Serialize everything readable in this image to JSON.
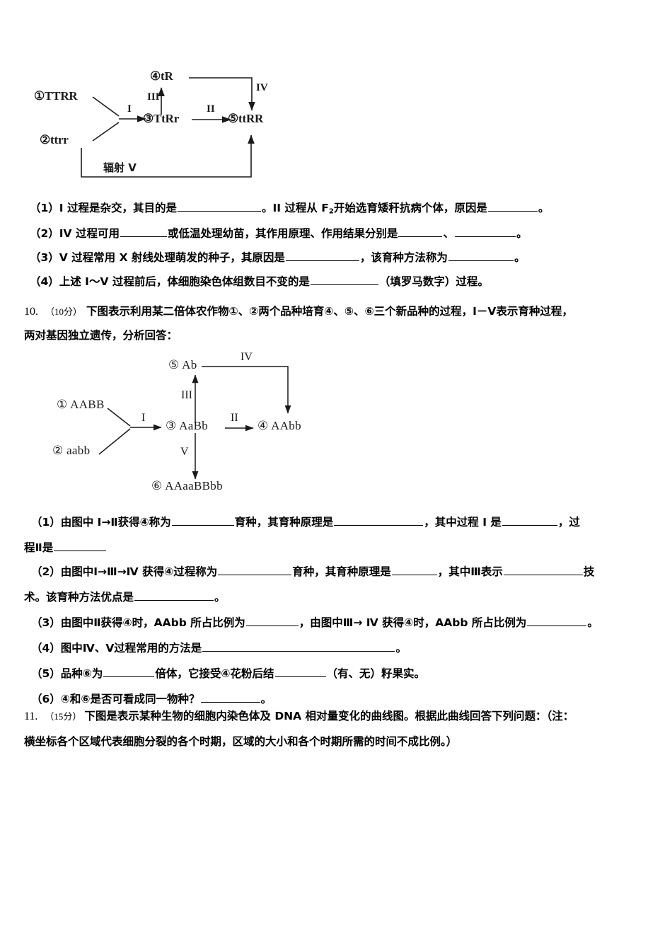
{
  "document": {
    "type": "exam-worksheet",
    "language": "zh-CN"
  },
  "diagram1": {
    "name": "breeding-diagram-TTRR",
    "nodes": [
      {
        "id": "n1",
        "label": "①TTRR"
      },
      {
        "id": "n2",
        "label": "②ttrr"
      },
      {
        "id": "n3",
        "label": "③TtRr"
      },
      {
        "id": "n4",
        "label": "④tR"
      },
      {
        "id": "n5",
        "label": "⑤ttRR"
      }
    ],
    "edges": [
      {
        "id": "e1",
        "label": "I"
      },
      {
        "id": "e2",
        "label": "II"
      },
      {
        "id": "e3",
        "label": "III"
      },
      {
        "id": "e4",
        "label": "IV"
      },
      {
        "id": "e5",
        "label": "辐射 V"
      }
    ]
  },
  "diagram2": {
    "name": "breeding-diagram-AABB",
    "nodes": [
      {
        "id": "m1",
        "label": "① AABB"
      },
      {
        "id": "m2",
        "label": "② aabb"
      },
      {
        "id": "m3",
        "label": "③ AaBb"
      },
      {
        "id": "m4",
        "label": "④ AAbb"
      },
      {
        "id": "m5",
        "label": "⑤ Ab"
      },
      {
        "id": "m6",
        "label": "⑥ AAaaBBbb"
      }
    ],
    "edges": [
      {
        "id": "f1",
        "label": "I"
      },
      {
        "id": "f2",
        "label": "II"
      },
      {
        "id": "f3",
        "label": "III"
      },
      {
        "id": "f4",
        "label": "IV"
      },
      {
        "id": "f5",
        "label": "V"
      }
    ]
  },
  "question9": {
    "parts": [
      {
        "id": "q9-1",
        "segments": [
          {
            "t": "（1）I 过程是杂交，其目的是"
          },
          {
            "blank": 118
          },
          {
            "t": "。II 过程从 F"
          },
          {
            "sub": "2"
          },
          {
            "t": "开始选育矮秆抗病个体，原因是"
          },
          {
            "blank": 70
          },
          {
            "t": "。"
          }
        ]
      },
      {
        "id": "q9-2",
        "segments": [
          {
            "t": "（2）IV 过程可用"
          },
          {
            "blank": 66
          },
          {
            "t": "或低温处理幼苗，其作用原理、作用结果分别是"
          },
          {
            "blank": 62
          },
          {
            "t": "、"
          },
          {
            "blank": 86
          },
          {
            "t": "。"
          }
        ]
      },
      {
        "id": "q9-3",
        "segments": [
          {
            "t": "（3）V 过程常用 X 射线处理萌发的种子，其原因是"
          },
          {
            "blank": 104
          },
          {
            "t": "，该育种方法称为"
          },
          {
            "blank": 92
          },
          {
            "t": "。"
          }
        ]
      },
      {
        "id": "q9-4",
        "segments": [
          {
            "t": "（4）上述 I～V 过程前后，体细胞染色体组数目不变的是"
          },
          {
            "blank": 96
          },
          {
            "t": "（填罗马数字）过程。"
          }
        ]
      }
    ]
  },
  "question10": {
    "number": "10.",
    "score": "（10分）",
    "stem_line1": "下图表示利用某二倍体农作物①、②两个品种培育④、⑤、⑥三个新品种的过程，Ⅰ－Ⅴ表示育种过程，",
    "stem_line2": "两对基因独立遗传，分析回答：",
    "parts": [
      {
        "id": "q10-1a",
        "segments": [
          {
            "t": "（1）由图中 Ⅰ→Ⅱ获得④称为"
          },
          {
            "blank": 88
          },
          {
            "t": "育种，其育种原理是"
          },
          {
            "blank": 126
          },
          {
            "t": "，其中过程 I 是"
          },
          {
            "blank": 78
          },
          {
            "t": "，过"
          }
        ]
      },
      {
        "id": "q10-1b",
        "segments": [
          {
            "t": "程Ⅱ是"
          },
          {
            "blank": 74
          }
        ]
      },
      {
        "id": "q10-2a",
        "segments": [
          {
            "t": "（2）由图中Ⅰ→Ⅲ→Ⅳ 获得④过程称为"
          },
          {
            "blank": 104
          },
          {
            "t": "育种，其育种原理是"
          },
          {
            "blank": 64
          },
          {
            "t": "，其中Ⅲ表示"
          },
          {
            "blank": 112
          },
          {
            "t": "技"
          }
        ]
      },
      {
        "id": "q10-2b",
        "segments": [
          {
            "t": "术。该育种方法优点是"
          },
          {
            "blank": 112
          },
          {
            "t": "。"
          }
        ]
      },
      {
        "id": "q10-3",
        "segments": [
          {
            "t": "（3）由图中Ⅱ获得④时，AAbb 所占比例为"
          },
          {
            "blank": 74
          },
          {
            "t": "，由图中Ⅲ→ Ⅳ 获得④时，AAbb 所占比例为"
          },
          {
            "blank": 84
          },
          {
            "t": "。"
          }
        ]
      },
      {
        "id": "q10-4",
        "segments": [
          {
            "t": "（4）图中Ⅳ、Ⅴ过程常用的方法是"
          },
          {
            "blank": 272
          },
          {
            "t": "。"
          }
        ]
      },
      {
        "id": "q10-5",
        "segments": [
          {
            "t": "（5）品种⑥为"
          },
          {
            "blank": 72
          },
          {
            "t": "倍体，它接受④花粉后结"
          },
          {
            "blank": 72
          },
          {
            "t": "（有、无）籽果实。"
          }
        ]
      },
      {
        "id": "q10-6",
        "segments": [
          {
            "t": "（6）④和⑥是否可看成同一物种？"
          },
          {
            "blank": 84
          },
          {
            "t": "。"
          }
        ]
      }
    ]
  },
  "question11": {
    "number": "11.",
    "score": "（15分）",
    "stem_line1": "下图是表示某种生物的细胞内染色体及 DNA 相对量变化的曲线图。根据此曲线回答下列问题：（注：",
    "stem_line2": "横坐标各个区域代表细胞分裂的各个时期，区域的大小和各个时期所需的时间不成比例。）"
  }
}
